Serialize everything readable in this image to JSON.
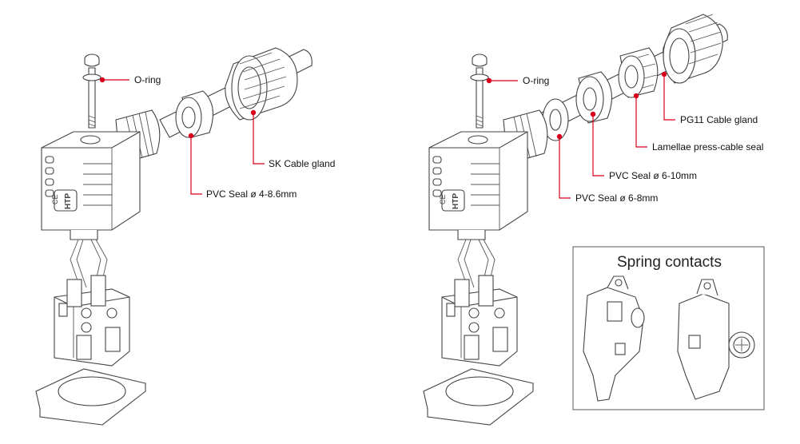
{
  "colors": {
    "leader": "#d9001b",
    "outline": "#444444",
    "fill": "#ffffff",
    "inset_border": "#555555"
  },
  "left_assembly": {
    "labels": {
      "o_ring": "O-ring",
      "sk_gland": "SK Cable gland",
      "pvc_seal": "PVC Seal ø 4-8.6mm"
    },
    "housing_logo": {
      "ce": "CE",
      "brand": "HTP"
    }
  },
  "right_assembly": {
    "labels": {
      "o_ring": "O-ring",
      "pg11_gland": "PG11 Cable gland",
      "lamellae_seal": "Lamellae press-cable seal",
      "pvc_seal_6_10": "PVC Seal ø 6-10mm",
      "pvc_seal_6_8": "PVC Seal ø 6-8mm"
    },
    "housing_logo": {
      "ce": "CE",
      "brand": "HTP"
    }
  },
  "inset": {
    "title": "Spring contacts"
  }
}
